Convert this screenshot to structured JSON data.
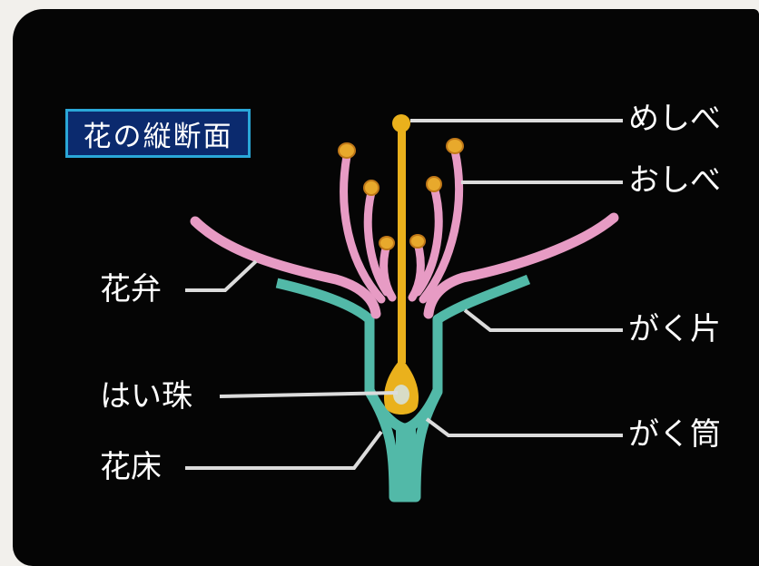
{
  "diagram": {
    "title": "花の縦断面",
    "labels": {
      "pistil": "めしべ",
      "stamen": "おしべ",
      "petal": "花弁",
      "sepal": "がく片",
      "ovule": "はい珠",
      "calyx_tube": "がく筒",
      "receptacle": "花床"
    },
    "colors": {
      "background": "#050505",
      "petal": "#e79bc4",
      "sepal": "#52b9a8",
      "pistil": "#eab11c",
      "anther": "#e8a92c",
      "title_border": "#2aa7d8",
      "title_fill": "#0b2a6e",
      "leader_line": "#dcdcdc"
    }
  }
}
